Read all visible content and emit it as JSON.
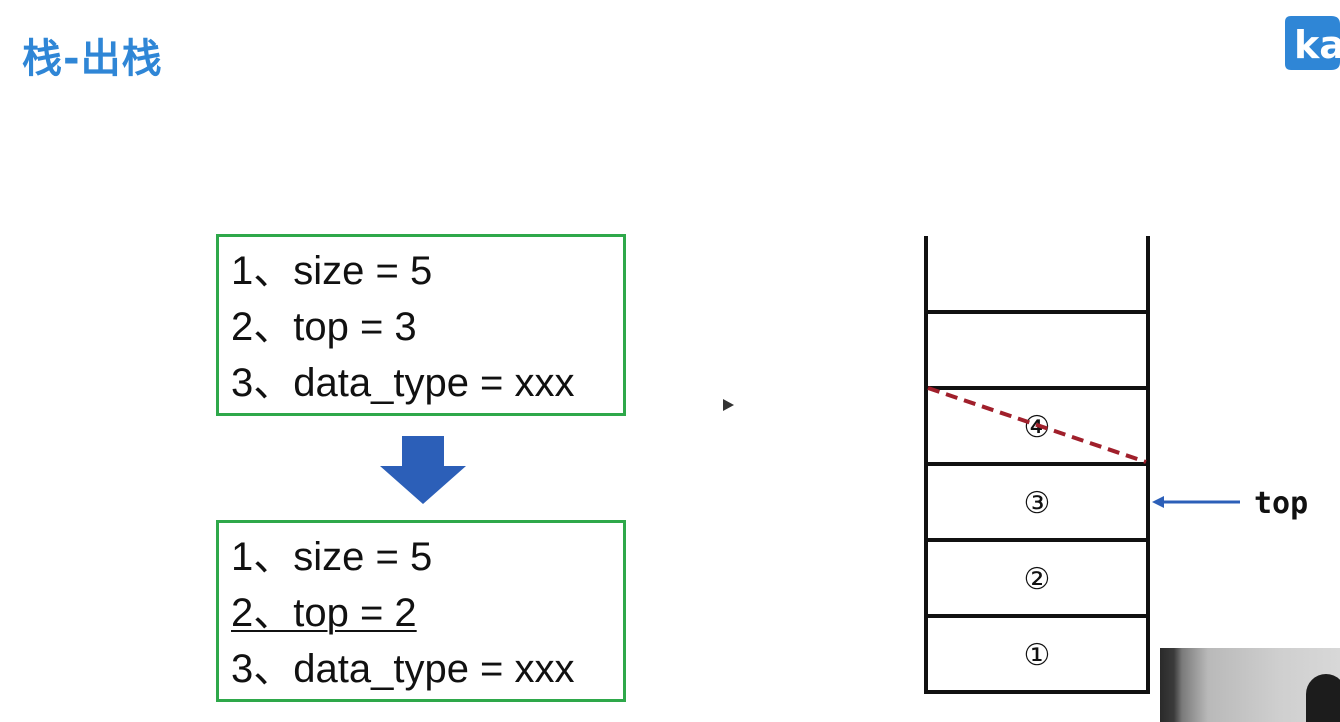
{
  "slide": {
    "title": "栈-出栈"
  },
  "logo": {
    "text": "ka",
    "color": "#2f86d6"
  },
  "before_box": {
    "lines": [
      "1、size = 5",
      "2、top = 3",
      "3、data_type = xxx"
    ]
  },
  "after_box": {
    "lines": [
      "1、size = 5",
      "2、top = 2",
      "3、data_type = xxx"
    ]
  },
  "stack": {
    "slots": [
      "④",
      "③",
      "②",
      "①"
    ],
    "removed_slot": "④",
    "pointer_label": "top",
    "pointer_slot": "③"
  },
  "colors": {
    "title": "#2f86d6",
    "box_border": "#2ea84a",
    "arrow": "#2c5fb8",
    "pointer": "#2c5fb8",
    "removed_line": "#a01f2b"
  },
  "icons": [
    "down-arrow-icon",
    "play-icon",
    "left-arrow-icon"
  ]
}
